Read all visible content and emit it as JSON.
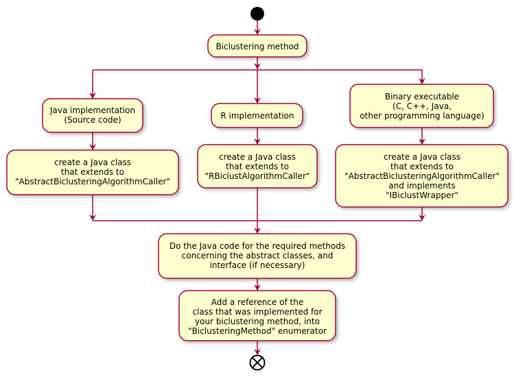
{
  "colors": {
    "node_fill": "#FEFECE",
    "stroke": "#A80036",
    "start": "#000000",
    "background": "#FFFFFF"
  },
  "nodes": {
    "biclustering_method": [
      "Biclustering method"
    ],
    "java_impl": [
      "Java implementation",
      "(Source code)"
    ],
    "r_impl": [
      "R implementation"
    ],
    "binary_exec": [
      "Binary executable",
      "(C, C++, Java,",
      "other programming language)"
    ],
    "java_class": [
      "create a Java class",
      "that extends to",
      "\"AbstractBiclusteringAlgorithmCaller\""
    ],
    "r_class": [
      "create a Java class",
      "that extends to",
      "\"RBiclustAlgorithmCaller\""
    ],
    "binary_class": [
      "create a Java class",
      "that extends to",
      "\"AbstractBiclusteringAlgorithmCaller\"",
      "and implements",
      "\"IBiclustWrapper\""
    ],
    "java_code": [
      "Do the Java code for the required methods",
      "concerning the abstract classes, and",
      "interface (if necessary)"
    ],
    "add_reference": [
      "Add a reference of the",
      "class that was implemented for",
      "your biclustering method, into",
      "\"BiclusteringMethod\" enumerator"
    ]
  }
}
